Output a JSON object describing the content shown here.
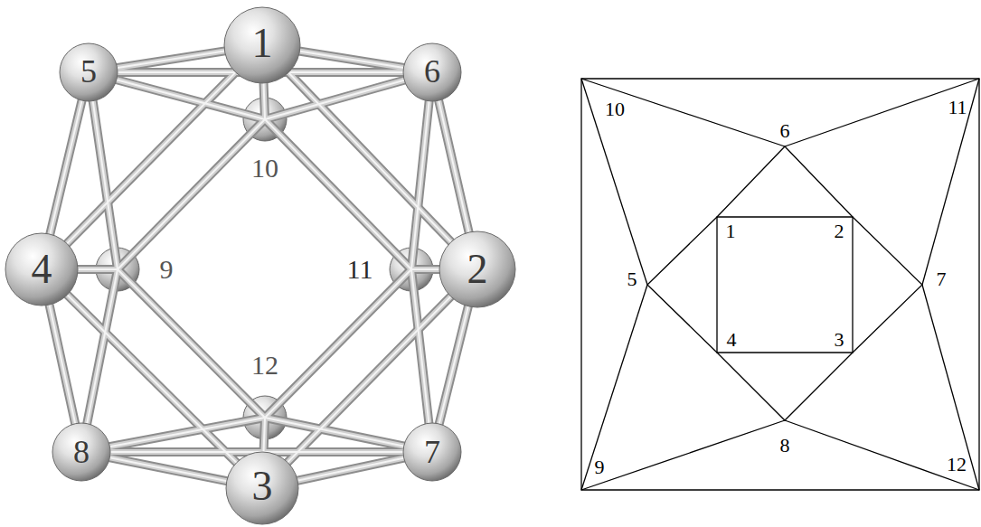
{
  "diagram": {
    "labels": [
      "1",
      "5",
      "6",
      "10",
      "4",
      "9",
      "11",
      "2",
      "12",
      "8",
      "3",
      "7",
      "10",
      "11",
      "6",
      "1",
      "2",
      "5",
      "7",
      "4",
      "3",
      "8",
      "9",
      "12"
    ]
  }
}
